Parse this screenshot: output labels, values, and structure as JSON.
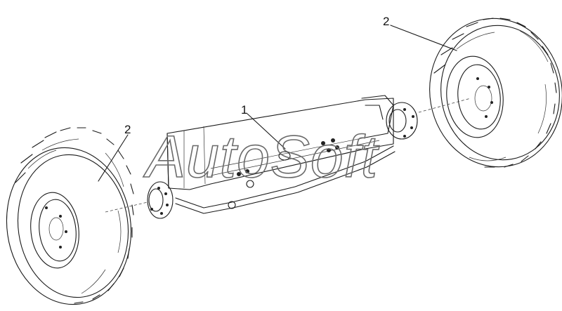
{
  "diagram": {
    "callouts": [
      {
        "id": "front-axle",
        "label": "1"
      },
      {
        "id": "wheel-right",
        "label": "2"
      },
      {
        "id": "wheel-left",
        "label": "2"
      }
    ],
    "watermark": "AutoSoft"
  }
}
